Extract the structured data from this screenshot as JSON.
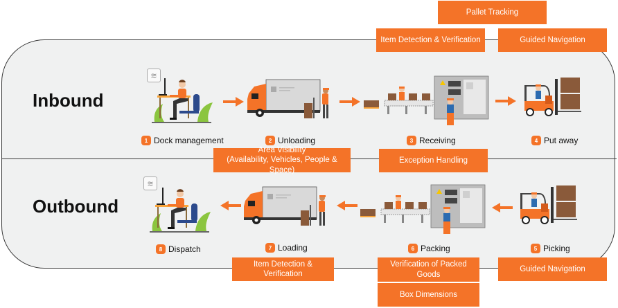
{
  "colors": {
    "accent": "#f47328",
    "frame_bg": "#f0f1f1",
    "text": "#111111"
  },
  "sections": {
    "inbound": {
      "title": "Inbound"
    },
    "outbound": {
      "title": "Outbound"
    }
  },
  "steps": [
    {
      "number": "1",
      "label": "Dock management",
      "icon": "desk-worker-icon"
    },
    {
      "number": "2",
      "label": "Unloading",
      "icon": "truck-unloading-icon"
    },
    {
      "number": "3",
      "label": "Receiving",
      "icon": "conveyor-machine-icon"
    },
    {
      "number": "4",
      "label": "Put away",
      "icon": "forklift-icon"
    },
    {
      "number": "5",
      "label": "Picking",
      "icon": "forklift-icon"
    },
    {
      "number": "6",
      "label": "Packing",
      "icon": "conveyor-machine-icon"
    },
    {
      "number": "7",
      "label": "Loading",
      "icon": "truck-loading-icon"
    },
    {
      "number": "8",
      "label": "Dispatch",
      "icon": "desk-worker-icon"
    }
  ],
  "capabilities": {
    "pallet_tracking": "Pallet Tracking",
    "item_detection_top": "Item Detection & Verification",
    "guided_navigation_top": "Guided Navigation",
    "area_visibility_line1": "Area Visibility",
    "area_visibility_line2": "(Availability, Vehicles, People & Space)",
    "exception_handling": "Exception Handling",
    "item_detection_bottom": "Item Detection & Verification",
    "verification_packed": "Verification of Packed Goods",
    "box_dimensions": "Box Dimensions",
    "guided_navigation_bottom": "Guided Navigation"
  }
}
